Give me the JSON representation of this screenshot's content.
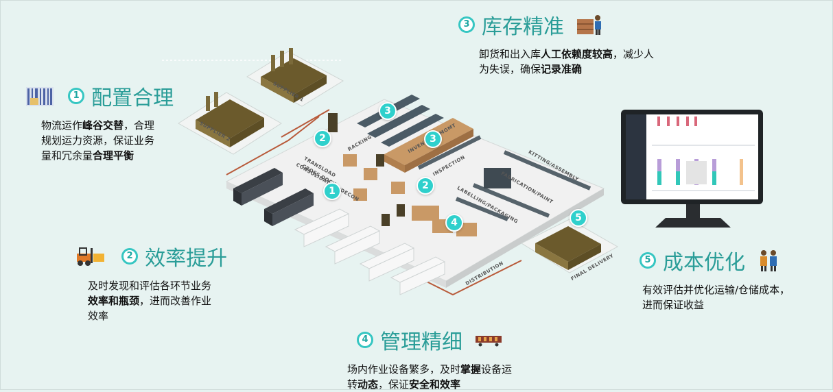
{
  "features": [
    {
      "num": "1",
      "title": "配置合理",
      "lines": [
        [
          {
            "t": "物流运作"
          },
          {
            "t": "峰谷交替",
            "b": true
          },
          {
            "t": "，合理"
          }
        ],
        [
          {
            "t": "规划运力资源，保证业务"
          }
        ],
        [
          {
            "t": "量和冗余量"
          },
          {
            "t": "合理平衡",
            "b": true
          }
        ]
      ]
    },
    {
      "num": "2",
      "title": "效率提升",
      "lines": [
        [
          {
            "t": "及时发现和评估各环节业务"
          }
        ],
        [
          {
            "t": "效率和瓶颈",
            "b": true
          },
          {
            "t": "，进而改善作业"
          }
        ],
        [
          {
            "t": "效率"
          }
        ]
      ]
    },
    {
      "num": "3",
      "title": "库存精准",
      "lines": [
        [
          {
            "t": "卸货和出入库"
          },
          {
            "t": "人工依赖度较高",
            "b": true
          },
          {
            "t": "，减少人"
          }
        ],
        [
          {
            "t": "为失误，确保"
          },
          {
            "t": "记录准确",
            "b": true
          }
        ]
      ]
    },
    {
      "num": "4",
      "title": "管理精细",
      "lines": [
        [
          {
            "t": "场内作业设备繁多，及时"
          },
          {
            "t": "掌握",
            "b": true
          },
          {
            "t": "设备运"
          }
        ],
        [
          {
            "t": "转"
          },
          {
            "t": "动态",
            "b": true
          },
          {
            "t": "，保证"
          },
          {
            "t": "安全和效率",
            "b": true
          }
        ]
      ]
    },
    {
      "num": "5",
      "title": "成本优化",
      "lines": [
        [
          {
            "t": "有效评估并优化运输/仓储成本，"
          }
        ],
        [
          {
            "t": "进而保证收益"
          }
        ]
      ]
    }
  ],
  "markers": [
    "1",
    "2",
    "3",
    "2",
    "3",
    "4",
    "5"
  ],
  "zones": {
    "supplier1": "SUPPLIER 1",
    "supplier2": "SUPPLIER 2",
    "racking": "RACKING",
    "inventory": "INVENTORY MGMT",
    "inspection": "INSPECTION",
    "kitting": "KITTING/ASSEMBLY",
    "fabrication": "FABRICATION/PAINT",
    "labelling": "LABELLING/PACKAGING",
    "transload": "TRANSLOAD",
    "crossdock": "CROSS DOCK",
    "consol": "CONSOLIDATION/DECON",
    "delivery": "FINAL DELIVERY",
    "dist": "DISTRIBUTION"
  },
  "icons": {
    "f1": "barcode-icon",
    "f2": "forklift-icon",
    "f3": "worker-boxes-icon",
    "f4": "conveyor-cart-icon",
    "f5": "team-icon"
  },
  "colors": {
    "accent": "#2a9d98",
    "marker": "#2fd0cc",
    "background": "#e7f3f1"
  }
}
